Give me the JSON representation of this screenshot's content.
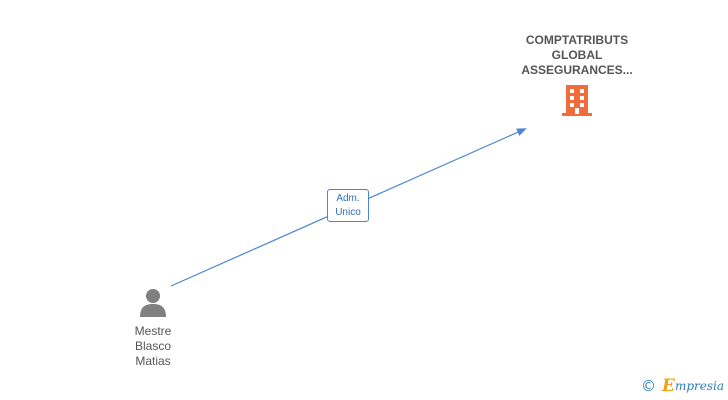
{
  "colors": {
    "edge": "#4a86d4",
    "company_icon": "#f26b3a",
    "person_icon": "#808080",
    "text": "#555555",
    "brand_accent": "#f0a020",
    "brand_text": "#2b7fb5"
  },
  "nodes": {
    "company": {
      "name_lines": [
        "COMPTATRIBUTS",
        "GLOBAL",
        "ASSEGURANCES..."
      ],
      "icon": "building-icon"
    },
    "person": {
      "name_lines": [
        "Mestre",
        "Blasco",
        "Matias"
      ],
      "icon": "person-icon"
    }
  },
  "edges": [
    {
      "from": "person",
      "to": "company",
      "label_lines": [
        "Adm.",
        "Unico"
      ]
    }
  ],
  "footer": {
    "copyright_symbol": "©",
    "brand_initial": "E",
    "brand_rest": "mpresia"
  }
}
